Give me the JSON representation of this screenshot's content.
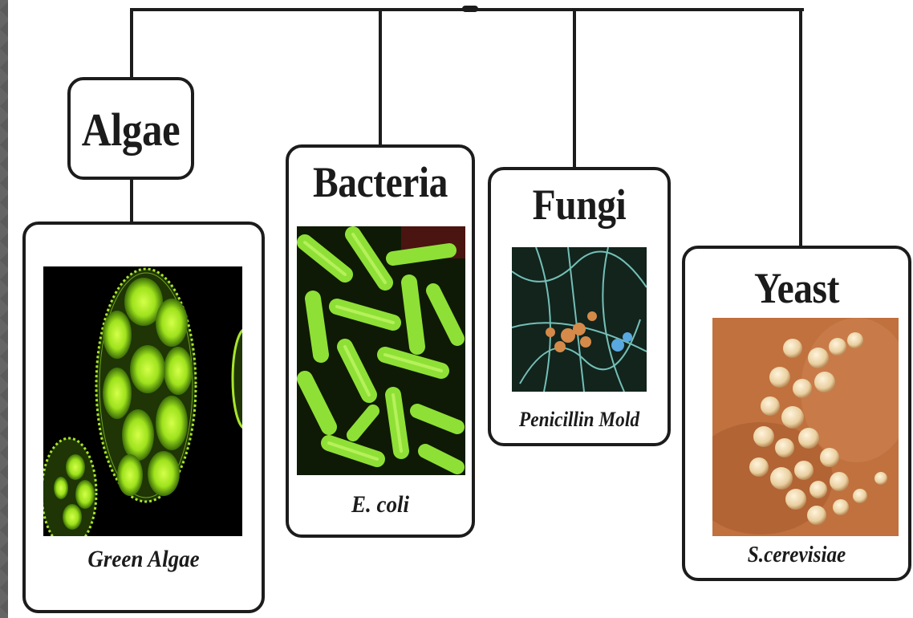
{
  "categories": [
    {
      "title": "Algae",
      "caption": "Green Algae"
    },
    {
      "title": "Bacteria",
      "caption": "E. coli"
    },
    {
      "title": "Fungi",
      "caption": "Penicillin Mold"
    },
    {
      "title": "Yeast",
      "caption": "S.cerevisiae"
    }
  ],
  "colors": {
    "line": "#1c1c1c",
    "algae": "#a7e51f",
    "bacteria": "#6fd12a",
    "yeast_background": "#c0713e"
  }
}
